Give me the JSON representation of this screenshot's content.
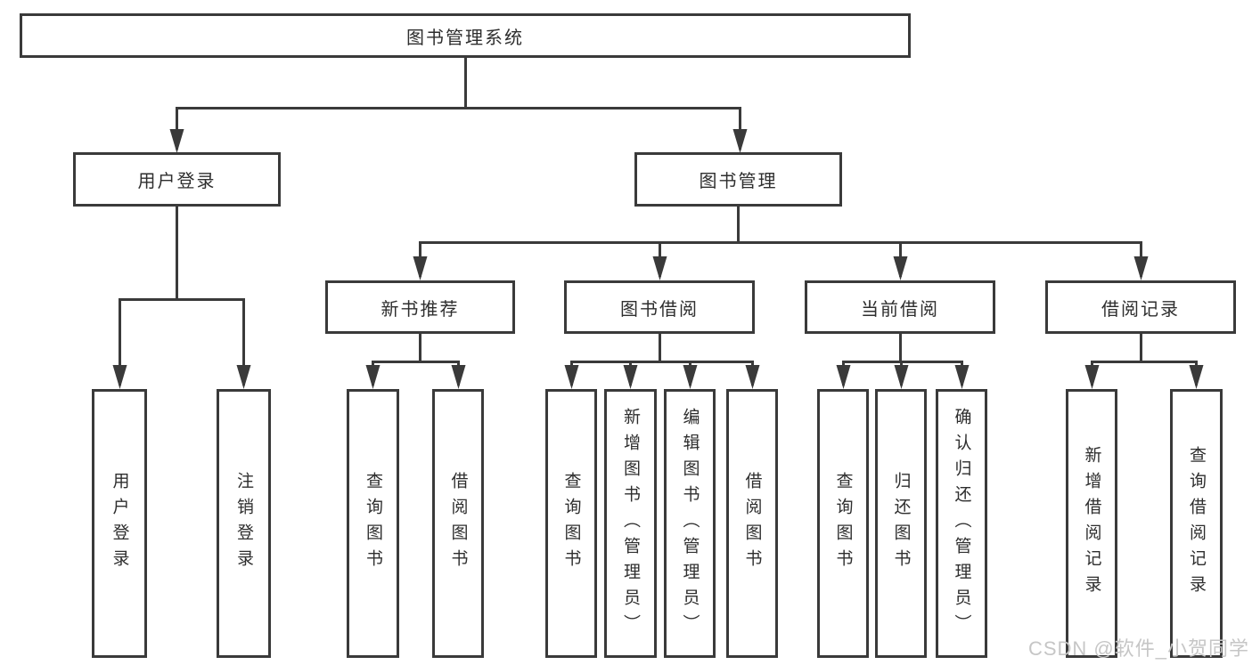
{
  "diagram": {
    "title": "图书管理系统",
    "root": {
      "label": "图书管理系统"
    },
    "level2": [
      "用户登录",
      "图书管理"
    ],
    "level3": [
      "新书推荐",
      "图书借阅",
      "当前借阅",
      "借阅记录"
    ],
    "leaves": {
      "user_login": [
        "用户登录",
        "注销登录"
      ],
      "new_book_recommend": [
        "查询图书",
        "借阅图书"
      ],
      "book_borrowing": [
        "查询图书",
        "新增图书（管理员）",
        "编辑图书（管理员）",
        "借阅图书"
      ],
      "current_borrowing": [
        "查询图书",
        "归还图书",
        "确认归还（管理员）"
      ],
      "borrowing_records": [
        "新增借阅记录",
        "查询借阅记录"
      ]
    }
  },
  "watermark": {
    "text": "CSDN @软件_小贺同学",
    "color": "#c6c6c6"
  },
  "colors": {
    "line": "#3a3a3a",
    "text": "#2e2e2e",
    "background": "#ffffff"
  }
}
